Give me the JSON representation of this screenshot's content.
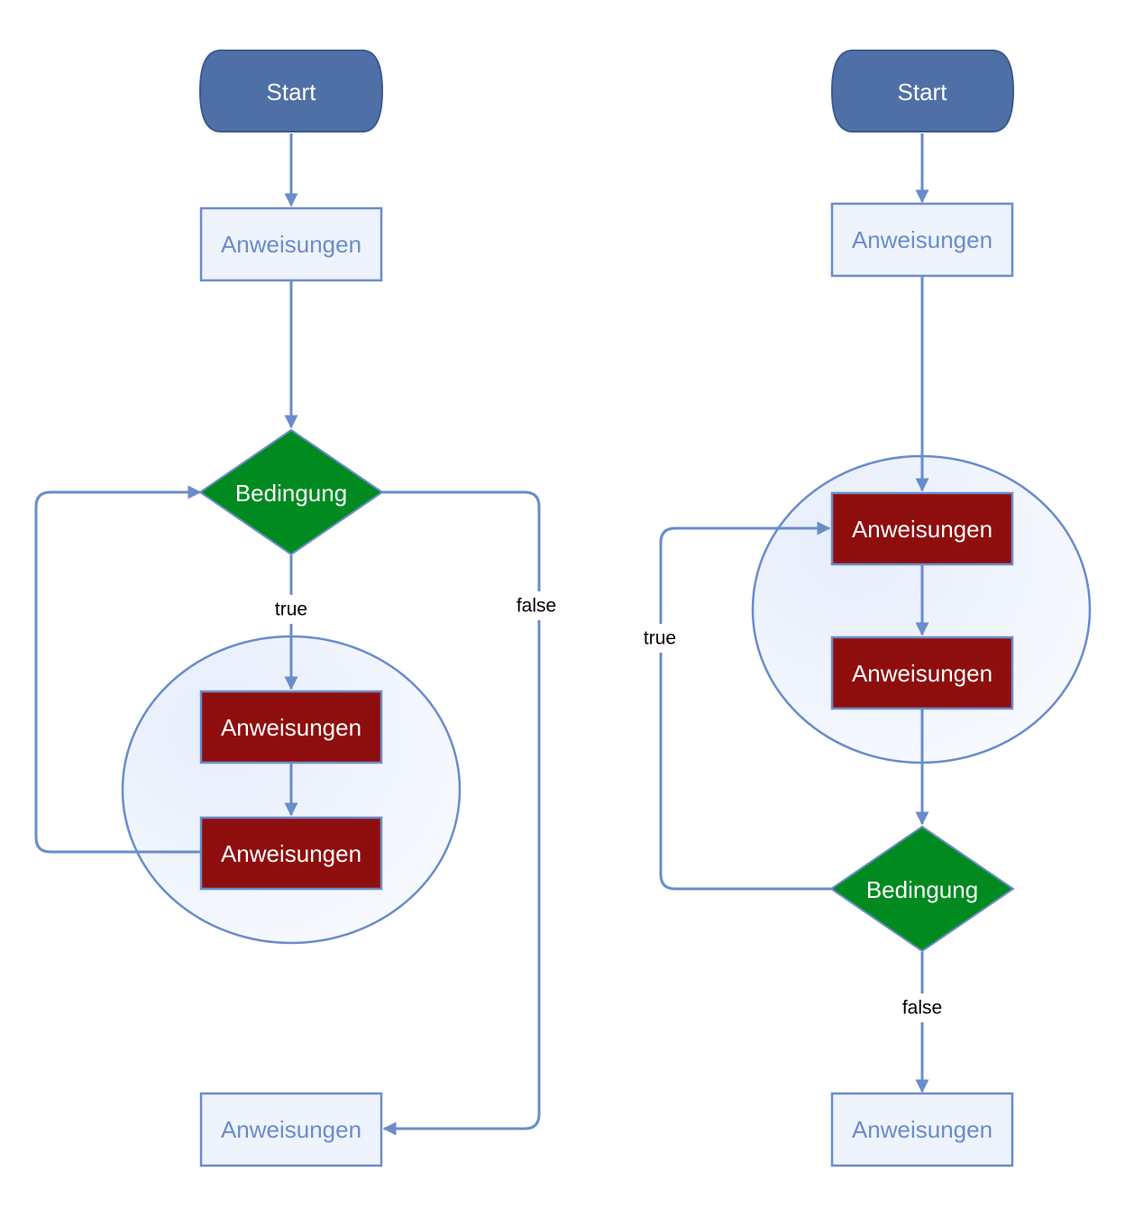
{
  "colors": {
    "stroke": "#6a8ccb",
    "start_fill": "#4f70a6",
    "start_text": "#ffffff",
    "plain_fill": "#eef3fc",
    "plain_text": "#6a8ccb",
    "action_fill": "#8e0e0e",
    "action_text": "#ffffff",
    "decision_fill": "#008a20",
    "decision_text": "#ffffff",
    "loop_fill": "#eef3fd",
    "edge_label": "#000000"
  },
  "left_flow": {
    "start": "Start",
    "before": "Anweisungen",
    "condition": "Bedingung",
    "body_1": "Anweisungen",
    "body_2": "Anweisungen",
    "after": "Anweisungen",
    "true_label": "true",
    "false_label": "false"
  },
  "right_flow": {
    "start": "Start",
    "before": "Anweisungen",
    "body_1": "Anweisungen",
    "body_2": "Anweisungen",
    "condition": "Bedingung",
    "after": "Anweisungen",
    "true_label": "true",
    "false_label": "false"
  }
}
